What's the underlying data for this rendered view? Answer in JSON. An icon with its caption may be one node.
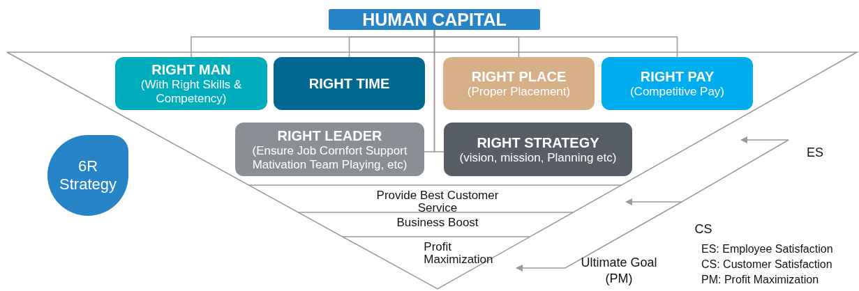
{
  "diagram": {
    "nodes": [
      {
        "text": [
          "HUMAN CAPITAL"
        ]
      },
      {
        "text": [
          "RIGHT MAN",
          "(With Right Skills & Competency)"
        ]
      },
      {
        "text": [
          "RIGHT TIME"
        ]
      },
      {
        "text": [
          "RIGHT PLACE",
          "(Proper Placement)"
        ]
      },
      {
        "text": [
          "RIGHT PAY",
          "(Competitive Pay)"
        ]
      },
      {
        "text": [
          "RIGHT LEADER",
          "(Ensure Job Cornfort Support Mativation Team Playing, etc)"
        ]
      },
      {
        "text": [
          "RIGHT STRATEGY",
          "(vision, mission, Planning etc)"
        ]
      },
      {
        "text": [
          "6R Strategy"
        ]
      },
      {
        "text": [
          "Provide Best Customer Service"
        ]
      },
      {
        "text": [
          "Business Boost"
        ]
      },
      {
        "text": [
          "Profit Maximization"
        ]
      }
    ],
    "edges": [
      {
        "from": 0,
        "to": 1,
        "arrow": "none"
      },
      {
        "from": 0,
        "to": 2,
        "arrow": "none"
      },
      {
        "from": 0,
        "to": 3,
        "arrow": "none"
      },
      {
        "from": 0,
        "to": 4,
        "arrow": "none"
      },
      {
        "from": 0,
        "to": 5,
        "arrow": "none"
      },
      {
        "from": 0,
        "to": 6,
        "arrow": "none"
      }
    ],
    "labels": [
      "ES",
      "CS",
      "Ultimate Goal (PM)",
      "ES: Employee Satisfaction",
      "CS: Customer Satisfaction",
      "PM: Profit Maximization"
    ]
  }
}
